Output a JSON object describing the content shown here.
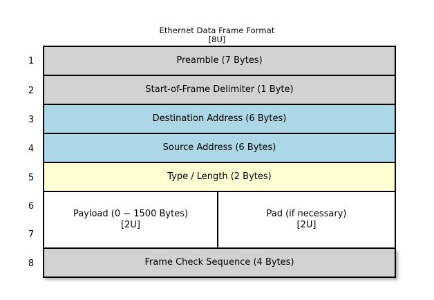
{
  "diagram": {
    "title": "Ethernet Data Frame Format",
    "title_sub": "[8U]",
    "colors": {
      "gray": "#d2d2d2",
      "blue": "#abd7e6",
      "yellow": "#ffffd4",
      "white": "#ffffff",
      "border": "#000000",
      "background": "#ffffff"
    },
    "row_numbers": [
      "1",
      "2",
      "3",
      "4",
      "5",
      "6",
      "7",
      "8"
    ],
    "rows": [
      {
        "number": "1",
        "label": "Preamble (7 Bytes)",
        "fill": "gray"
      },
      {
        "number": "2",
        "label": "Start-of-Frame Delimiter (1 Byte)",
        "fill": "gray"
      },
      {
        "number": "3",
        "label": "Destination Address (6 Bytes)",
        "fill": "blue"
      },
      {
        "number": "4",
        "label": "Source Address (6 Bytes)",
        "fill": "blue"
      },
      {
        "number": "5",
        "label": "Type / Length (2 Bytes)",
        "fill": "yellow"
      },
      {
        "numbers": [
          "6",
          "7"
        ],
        "fill": "white",
        "split": [
          {
            "label": "Payload (0 ~ 1500 Bytes)",
            "sub": "[2U]"
          },
          {
            "label": "Pad (if necessary)",
            "sub": "[2U]"
          }
        ]
      },
      {
        "number": "8",
        "label": "Frame Check Sequence (4 Bytes)",
        "fill": "gray"
      }
    ]
  }
}
